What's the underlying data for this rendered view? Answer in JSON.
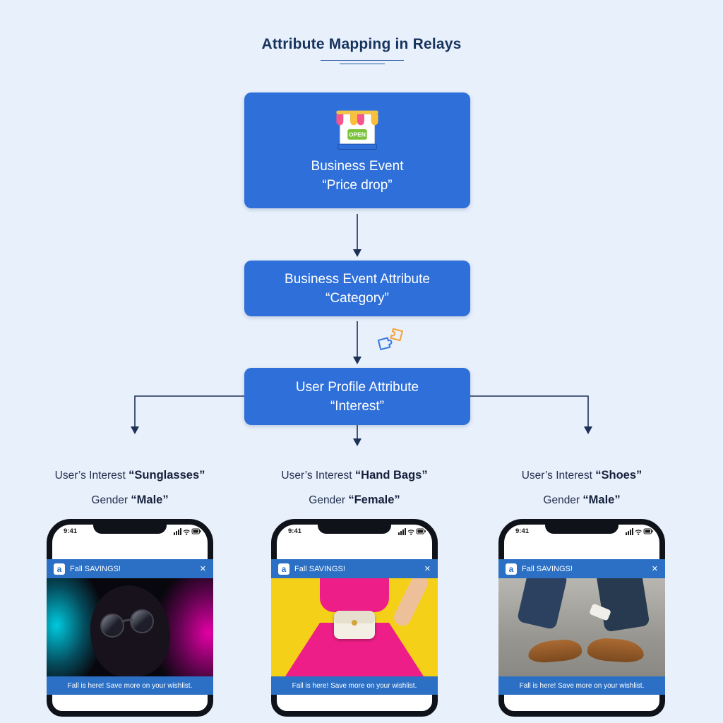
{
  "title": "Attribute Mapping in Relays",
  "flow": {
    "business_event": {
      "line1": "Business Event",
      "line2": "“Price drop”"
    },
    "business_event_attribute": {
      "line1": "Business Event Attribute",
      "line2": "“Category”"
    },
    "user_profile_attribute": {
      "line1": "User Profile Attribute",
      "line2": "“Interest”"
    },
    "store_open_label": "OPEN"
  },
  "branches": [
    {
      "interest_label": "User’s Interest",
      "interest_value": "“Sunglasses”",
      "gender_label": "Gender",
      "gender_value": "“Male”",
      "phone": {
        "time": "9:41",
        "brand_initial": "a",
        "banner_title": "Fall SAVINGS!",
        "close": "✕",
        "footer": "Fall is here! Save more on your wishlist."
      }
    },
    {
      "interest_label": "User’s Interest",
      "interest_value": "“Hand Bags”",
      "gender_label": "Gender",
      "gender_value": "“Female”",
      "phone": {
        "time": "9:41",
        "brand_initial": "a",
        "banner_title": "Fall SAVINGS!",
        "close": "✕",
        "footer": "Fall is here! Save more on your wishlist."
      }
    },
    {
      "interest_label": "User’s Interest",
      "interest_value": "“Shoes”",
      "gender_label": "Gender",
      "gender_value": "“Male”",
      "phone": {
        "time": "9:41",
        "brand_initial": "a",
        "banner_title": "Fall SAVINGS!",
        "close": "✕",
        "footer": "Fall is here! Save more on your wishlist."
      }
    }
  ],
  "colors": {
    "background": "#e8f0fb",
    "box_blue": "#2e6fd9",
    "banner_blue": "#2b70c4",
    "arrow_navy": "#1d3056",
    "title_navy": "#16335e"
  }
}
